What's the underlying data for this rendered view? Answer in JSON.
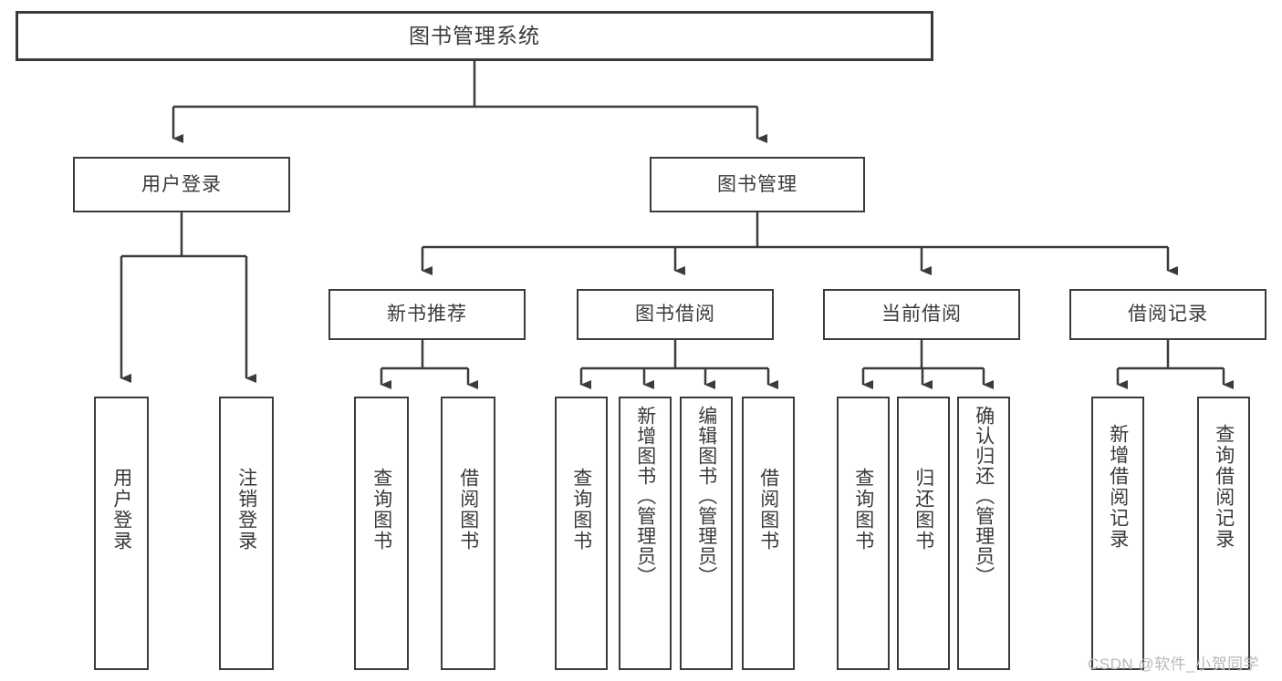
{
  "diagram": {
    "type": "tree-hierarchy-chart",
    "title": "图书管理系统",
    "root": {
      "label": "图书管理系统",
      "name": "node-root-library-management-system"
    },
    "level1": [
      {
        "label": "用户登录",
        "name": "node-user-login"
      },
      {
        "label": "图书管理",
        "name": "node-book-management"
      }
    ],
    "level2": [
      {
        "label": "新书推荐",
        "name": "node-new-book-recommendation"
      },
      {
        "label": "图书借阅",
        "name": "node-book-borrowing"
      },
      {
        "label": "当前借阅",
        "name": "node-current-borrowing"
      },
      {
        "label": "借阅记录",
        "name": "node-borrowing-record"
      }
    ],
    "groups": [
      {
        "parent": "用户登录",
        "leaves": [
          {
            "label": "用户登录",
            "name": "leaf-user-login"
          },
          {
            "label": "注销登录",
            "name": "leaf-logout"
          }
        ]
      },
      {
        "parent": "新书推荐",
        "leaves": [
          {
            "label": "查询图书",
            "name": "leaf-query-books-recommend"
          },
          {
            "label": "借阅图书",
            "name": "leaf-borrow-books-recommend"
          }
        ]
      },
      {
        "parent": "图书借阅",
        "leaves": [
          {
            "label": "查询图书",
            "name": "leaf-query-books-borrow"
          },
          {
            "label": "新增图书（管理员）",
            "name": "leaf-add-book-admin"
          },
          {
            "label": "编辑图书（管理员）",
            "name": "leaf-edit-book-admin"
          },
          {
            "label": "借阅图书",
            "name": "leaf-borrow-books"
          }
        ]
      },
      {
        "parent": "当前借阅",
        "leaves": [
          {
            "label": "查询图书",
            "name": "leaf-query-books-current"
          },
          {
            "label": "归还图书",
            "name": "leaf-return-books"
          },
          {
            "label": "确认归还（管理员）",
            "name": "leaf-confirm-return-admin"
          }
        ]
      },
      {
        "parent": "借阅记录",
        "leaves": [
          {
            "label": "新增借阅记录",
            "name": "leaf-add-borrow-record"
          },
          {
            "label": "查询借阅记录",
            "name": "leaf-query-borrow-record"
          }
        ]
      }
    ],
    "colors": {
      "stroke": "#3b3b3b",
      "fill": "#ffffff",
      "text": "#3a3a3a",
      "watermark": "#b9b9b9"
    }
  },
  "watermark": {
    "text": "CSDN @软件_小贺同学"
  }
}
